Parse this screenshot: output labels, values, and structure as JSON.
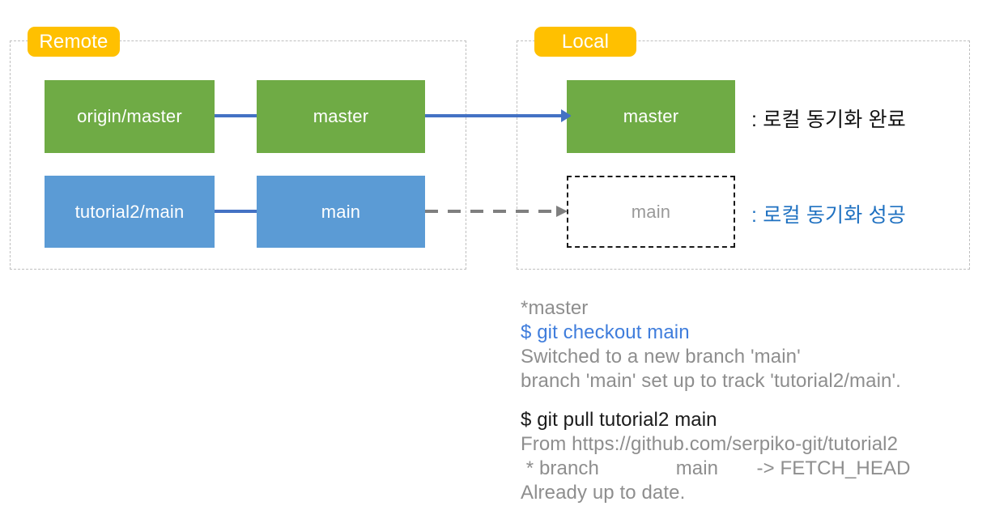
{
  "zones": {
    "remote": {
      "label": "Remote"
    },
    "local": {
      "label": "Local"
    }
  },
  "boxes": {
    "remote_origin_master": {
      "label": "origin/master",
      "color": "#6fab45",
      "style": "filled-green"
    },
    "remote_master": {
      "label": "master",
      "color": "#6fab45",
      "style": "filled-green"
    },
    "remote_tutorial2_main": {
      "label": "tutorial2/main",
      "color": "#5b9bd5",
      "style": "filled-blue"
    },
    "remote_main": {
      "label": "main",
      "color": "#5b9bd5",
      "style": "filled-blue"
    },
    "local_master": {
      "label": "master",
      "color": "#6fab45",
      "style": "filled-green"
    },
    "local_main": {
      "label": "main",
      "color": "#999999",
      "style": "dashed-outline"
    }
  },
  "connectors": {
    "master_pair": {
      "style": "solid",
      "color": "#4472c4",
      "arrowhead": false
    },
    "main_pair": {
      "style": "solid",
      "color": "#4472c4",
      "arrowhead": false
    },
    "sync_master": {
      "style": "solid",
      "color": "#4472c4",
      "arrowhead": true
    },
    "sync_main": {
      "style": "dashed",
      "color": "#7f7f7f",
      "arrowhead": true
    }
  },
  "annotations": {
    "master": {
      "text": ": 로컬 동기화 완료",
      "color": "#111111"
    },
    "main": {
      "text": ": 로컬 동기화 성공",
      "color": "#1f71c1"
    }
  },
  "terminal": {
    "lines": [
      {
        "text": "*master",
        "style": "muted"
      },
      {
        "text": "$ git checkout main",
        "style": "command"
      },
      {
        "text": "Switched to a new branch 'main'",
        "style": "muted"
      },
      {
        "text": "branch 'main' set up to track 'tutorial2/main'.",
        "style": "muted"
      },
      {
        "text": "",
        "style": "spacer"
      },
      {
        "text": "$ git pull tutorial2 main",
        "style": "dark"
      },
      {
        "text": "From https://github.com/serpiko-git/tutorial2",
        "style": "muted"
      },
      {
        "text": " * branch              main       -> FETCH_HEAD",
        "style": "muted"
      },
      {
        "text": "Already up to date.",
        "style": "muted"
      }
    ]
  },
  "palette": {
    "badge_yellow": "#ffc000",
    "branch_green": "#6fab45",
    "branch_blue": "#5b9bd5",
    "arrow_blue": "#4472c4",
    "arrow_gray": "#7f7f7f",
    "zone_border": "#bfbfbf"
  }
}
